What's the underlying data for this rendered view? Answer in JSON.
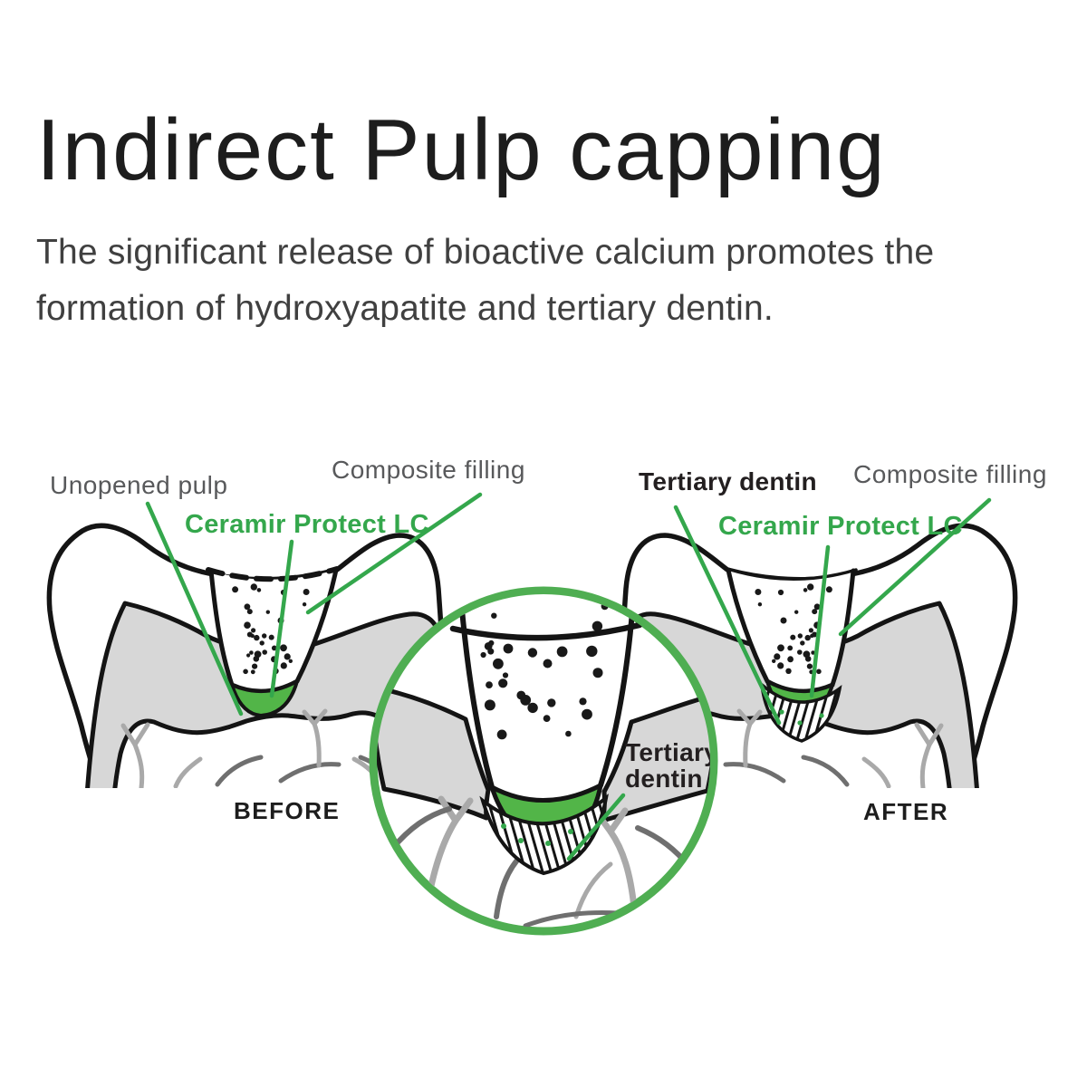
{
  "title": "Indirect Pulp capping",
  "subtitle": {
    "line1": "The significant release of bioactive calcium promotes the",
    "line2": "formation of hydroxyapatite and tertiary dentin."
  },
  "diagram": {
    "before": {
      "caption": "BEFORE",
      "labels": {
        "unopened_pulp": "Unopened pulp",
        "composite_filling": "Composite filling",
        "liner": "Ceramir Protect LC"
      }
    },
    "after": {
      "caption": "AFTER",
      "labels": {
        "tertiary_dentin": "Tertiary dentin",
        "composite_filling": "Composite filling",
        "liner": "Ceramir Protect LC"
      }
    },
    "magnifier": {
      "label_line1": "Tertiary",
      "label_line2": "dentin"
    },
    "colors": {
      "accent_green": "#34a74c",
      "fill_green": "#52b548",
      "ring_green": "#4fae52",
      "dentin_gray": "#d7d7d7",
      "label_gray": "#58595b",
      "dark_text": "#231f20",
      "title_text": "#1d1d1d",
      "body_text": "#404040",
      "nerve_light": "#a9a9a9",
      "nerve_dark": "#6f6f6f"
    }
  }
}
